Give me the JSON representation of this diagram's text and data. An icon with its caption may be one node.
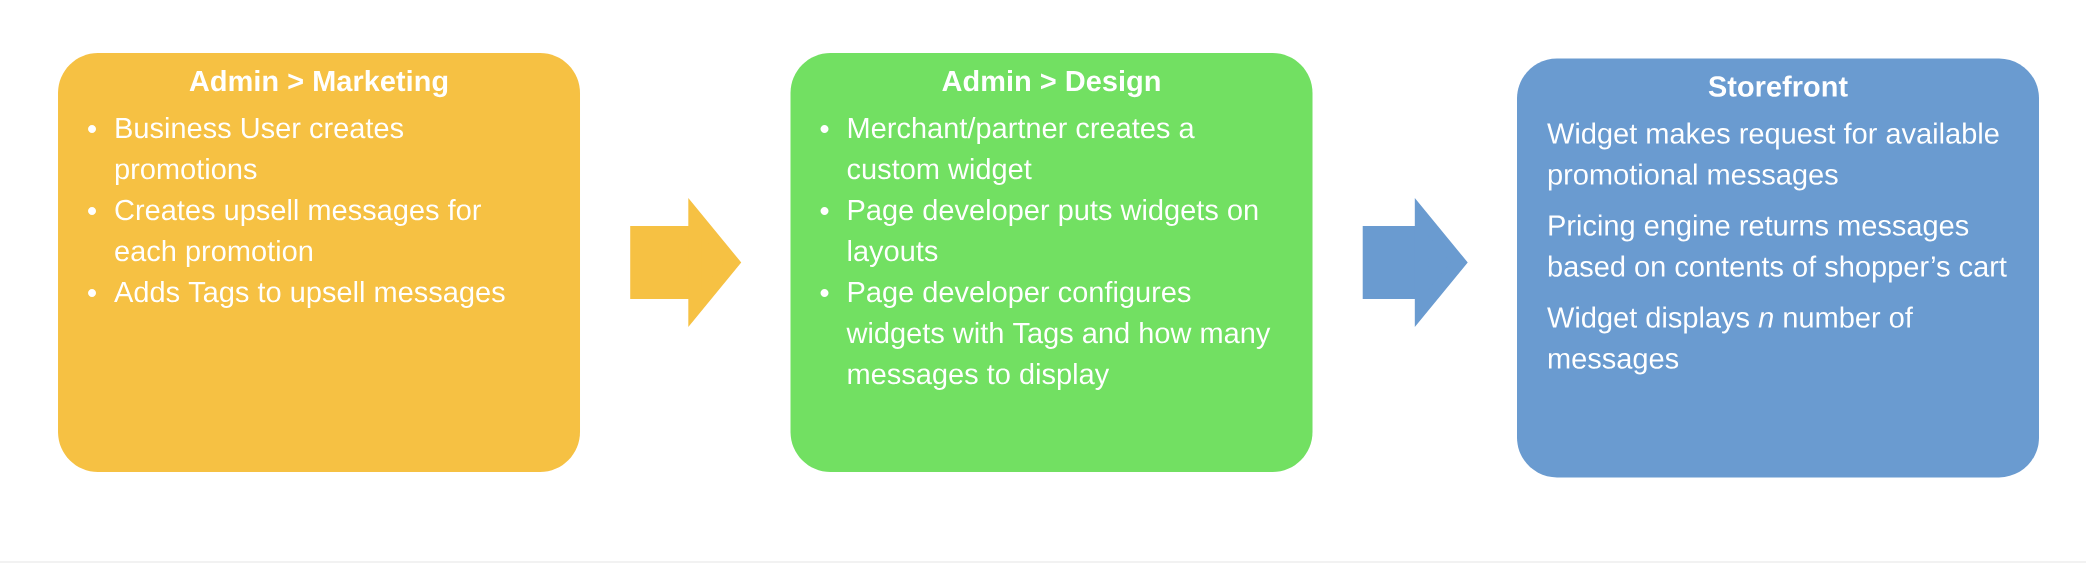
{
  "diagram": {
    "nodes": [
      {
        "text": [
          "Admin > Marketing",
          "Business User creates promotions",
          "Creates upsell messages for each promotion",
          "Adds Tags to upsell messages"
        ]
      },
      {
        "text": [
          "Admin > Design",
          "Merchant/partner creates a custom widget",
          "Page developer puts widgets on layouts",
          "Page developer configures widgets with Tags and how many messages to display"
        ]
      },
      {
        "text": [
          "Storefront",
          "Widget makes request for available promotional messages",
          "Pricing engine returns messages based on contents of shopper’s cart",
          "Widget displays *n* number of messages"
        ]
      }
    ],
    "edges": [
      {
        "from": 0,
        "to": 1,
        "arrow": "to",
        "color": "#f6c143"
      },
      {
        "from": 1,
        "to": 2,
        "arrow": "to",
        "color": "#6a9bd0"
      }
    ]
  }
}
